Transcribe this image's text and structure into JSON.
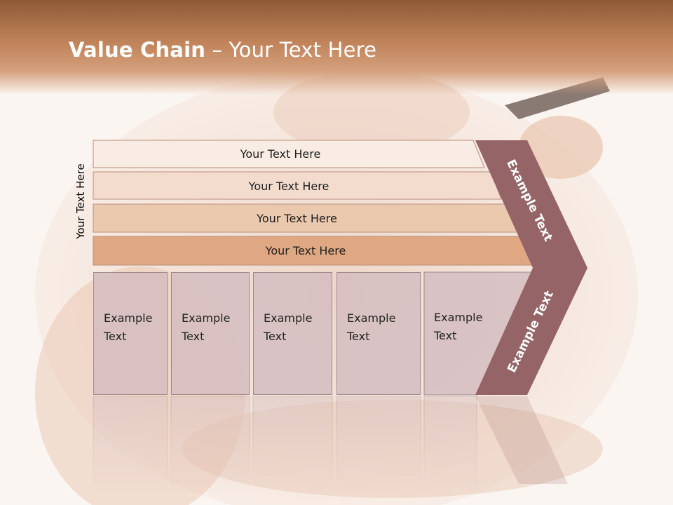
{
  "slide": {
    "title_bold": "Value Chain",
    "title_rest": " – Your Text Here",
    "side_label": "Your Text Here"
  },
  "bands": [
    {
      "label": "Your Text Here",
      "color": "#f9ece4"
    },
    {
      "label": "Your Text Here",
      "color": "#f3dccd"
    },
    {
      "label": "Your Text Here",
      "color": "#ebc9af"
    },
    {
      "label": "Your Text Here",
      "color": "#dfa883"
    }
  ],
  "columns": [
    {
      "line1": "Example",
      "line2": "Text"
    },
    {
      "line1": "Example",
      "line2": "Text"
    },
    {
      "line1": "Example",
      "line2": "Text"
    },
    {
      "line1": "Example",
      "line2": "Text"
    },
    {
      "line1": "Example",
      "line2": "Text"
    }
  ],
  "chevron": {
    "upper_label": "Example Text",
    "lower_label": "Example Text",
    "color": "#946466"
  }
}
